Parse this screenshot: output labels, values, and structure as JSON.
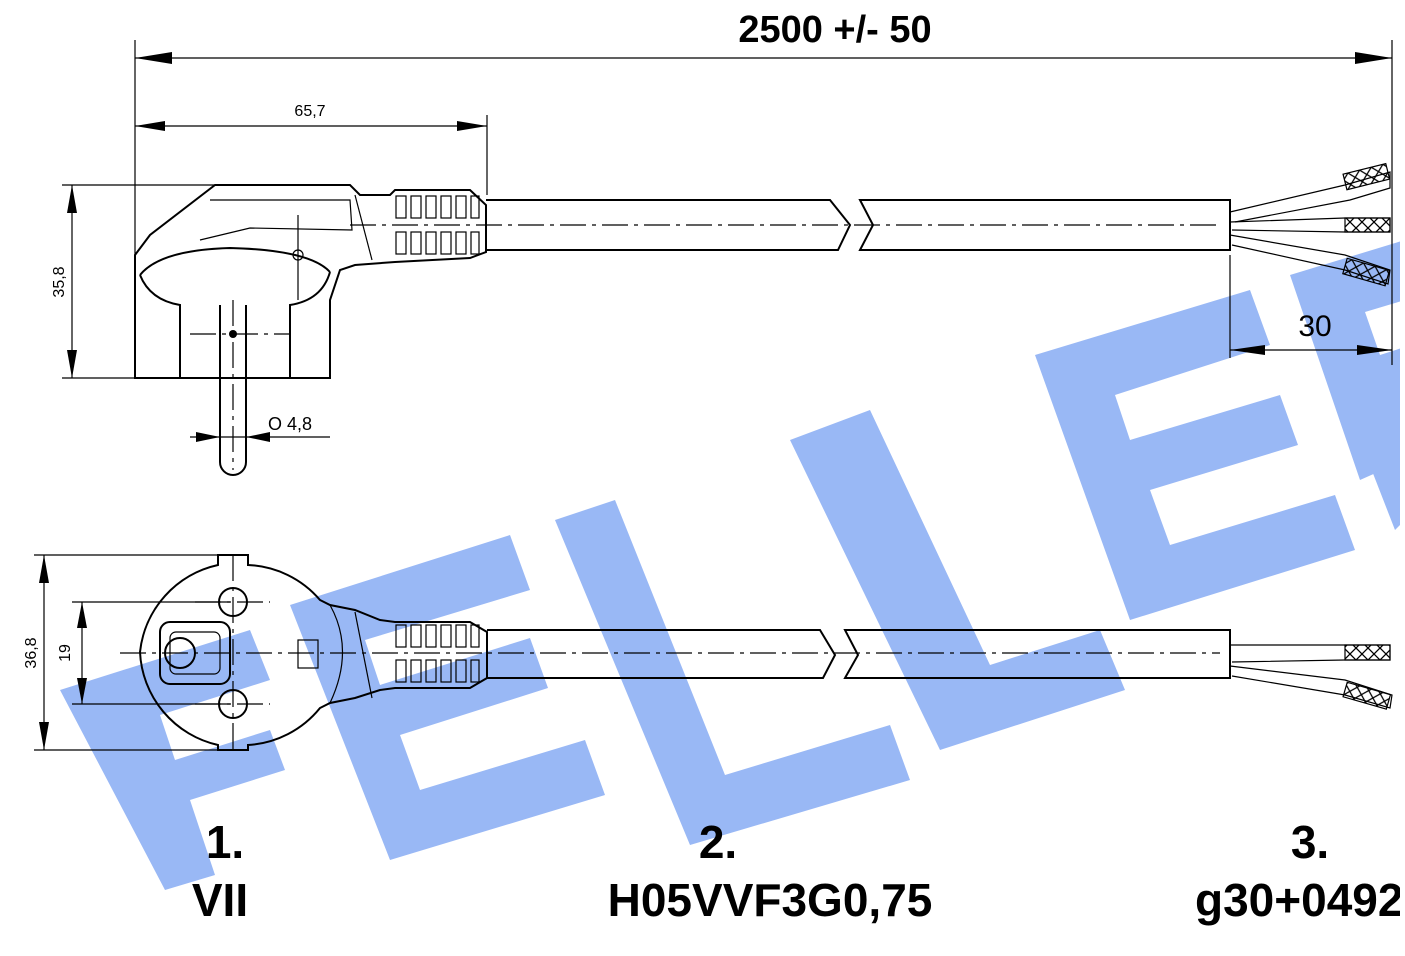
{
  "watermark": {
    "text": "FELLER",
    "color": "#99b8f5"
  },
  "dimensions": {
    "total_length": "2500 +/- 50",
    "plug_length": "65,7",
    "plug_height": "35,8",
    "pin_diameter": "O  4,8",
    "strip_length": "30",
    "face_height": "36,8",
    "pin_spacing": "19"
  },
  "labels": [
    {
      "number": "1.",
      "text": "VII"
    },
    {
      "number": "2.",
      "text": "H05VVF3G0,75"
    },
    {
      "number": "3.",
      "text": "g30+0492"
    }
  ]
}
